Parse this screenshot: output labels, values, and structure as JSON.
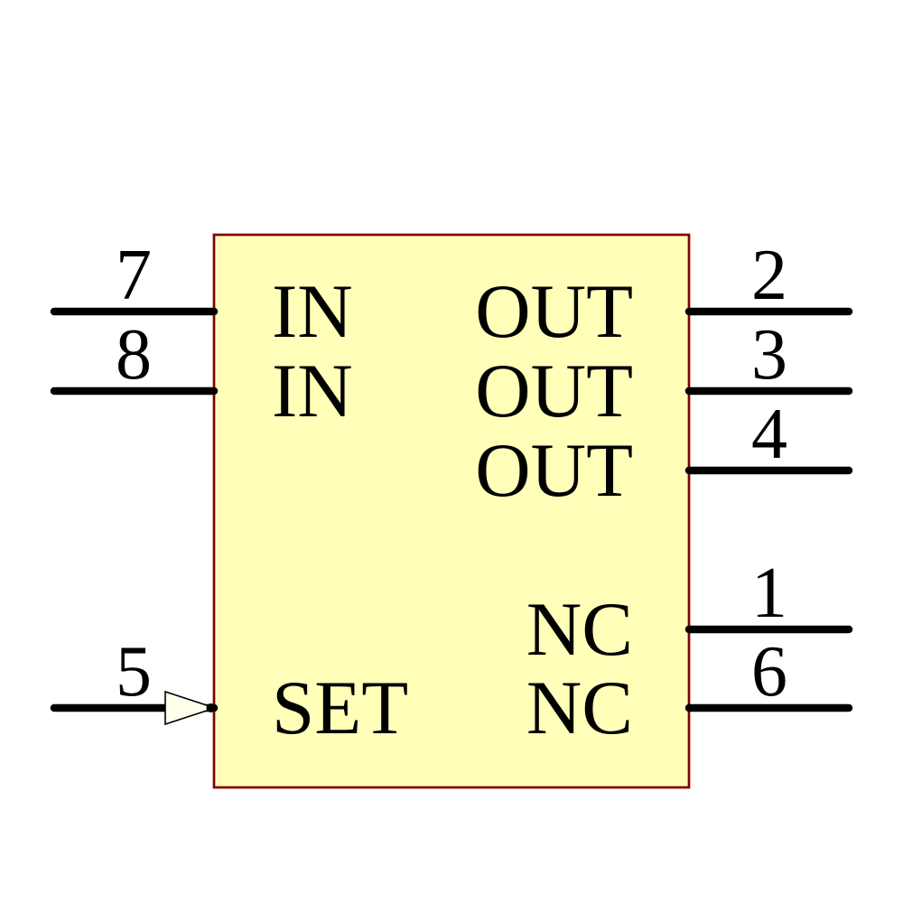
{
  "diagram": {
    "type": "schematic-component-symbol",
    "colors": {
      "background": "#FFFFFF",
      "body_fill": "#FFFFB9",
      "body_outline": "#7F0000",
      "pin": "#000000",
      "text": "#000000",
      "arrow_fill": "#FFFFEC",
      "arrow_outline": "#000000"
    },
    "pins": {
      "left": [
        {
          "number": "7",
          "label": "IN",
          "shape": "line"
        },
        {
          "number": "8",
          "label": "IN",
          "shape": "line"
        },
        {
          "number": "5",
          "label": "SET",
          "shape": "input-arrow"
        }
      ],
      "right": [
        {
          "number": "2",
          "label": "OUT",
          "shape": "line"
        },
        {
          "number": "3",
          "label": "OUT",
          "shape": "line"
        },
        {
          "number": "4",
          "label": "OUT",
          "shape": "line"
        },
        {
          "number": "1",
          "label": "NC",
          "shape": "line"
        },
        {
          "number": "6",
          "label": "NC",
          "shape": "line"
        }
      ]
    }
  }
}
